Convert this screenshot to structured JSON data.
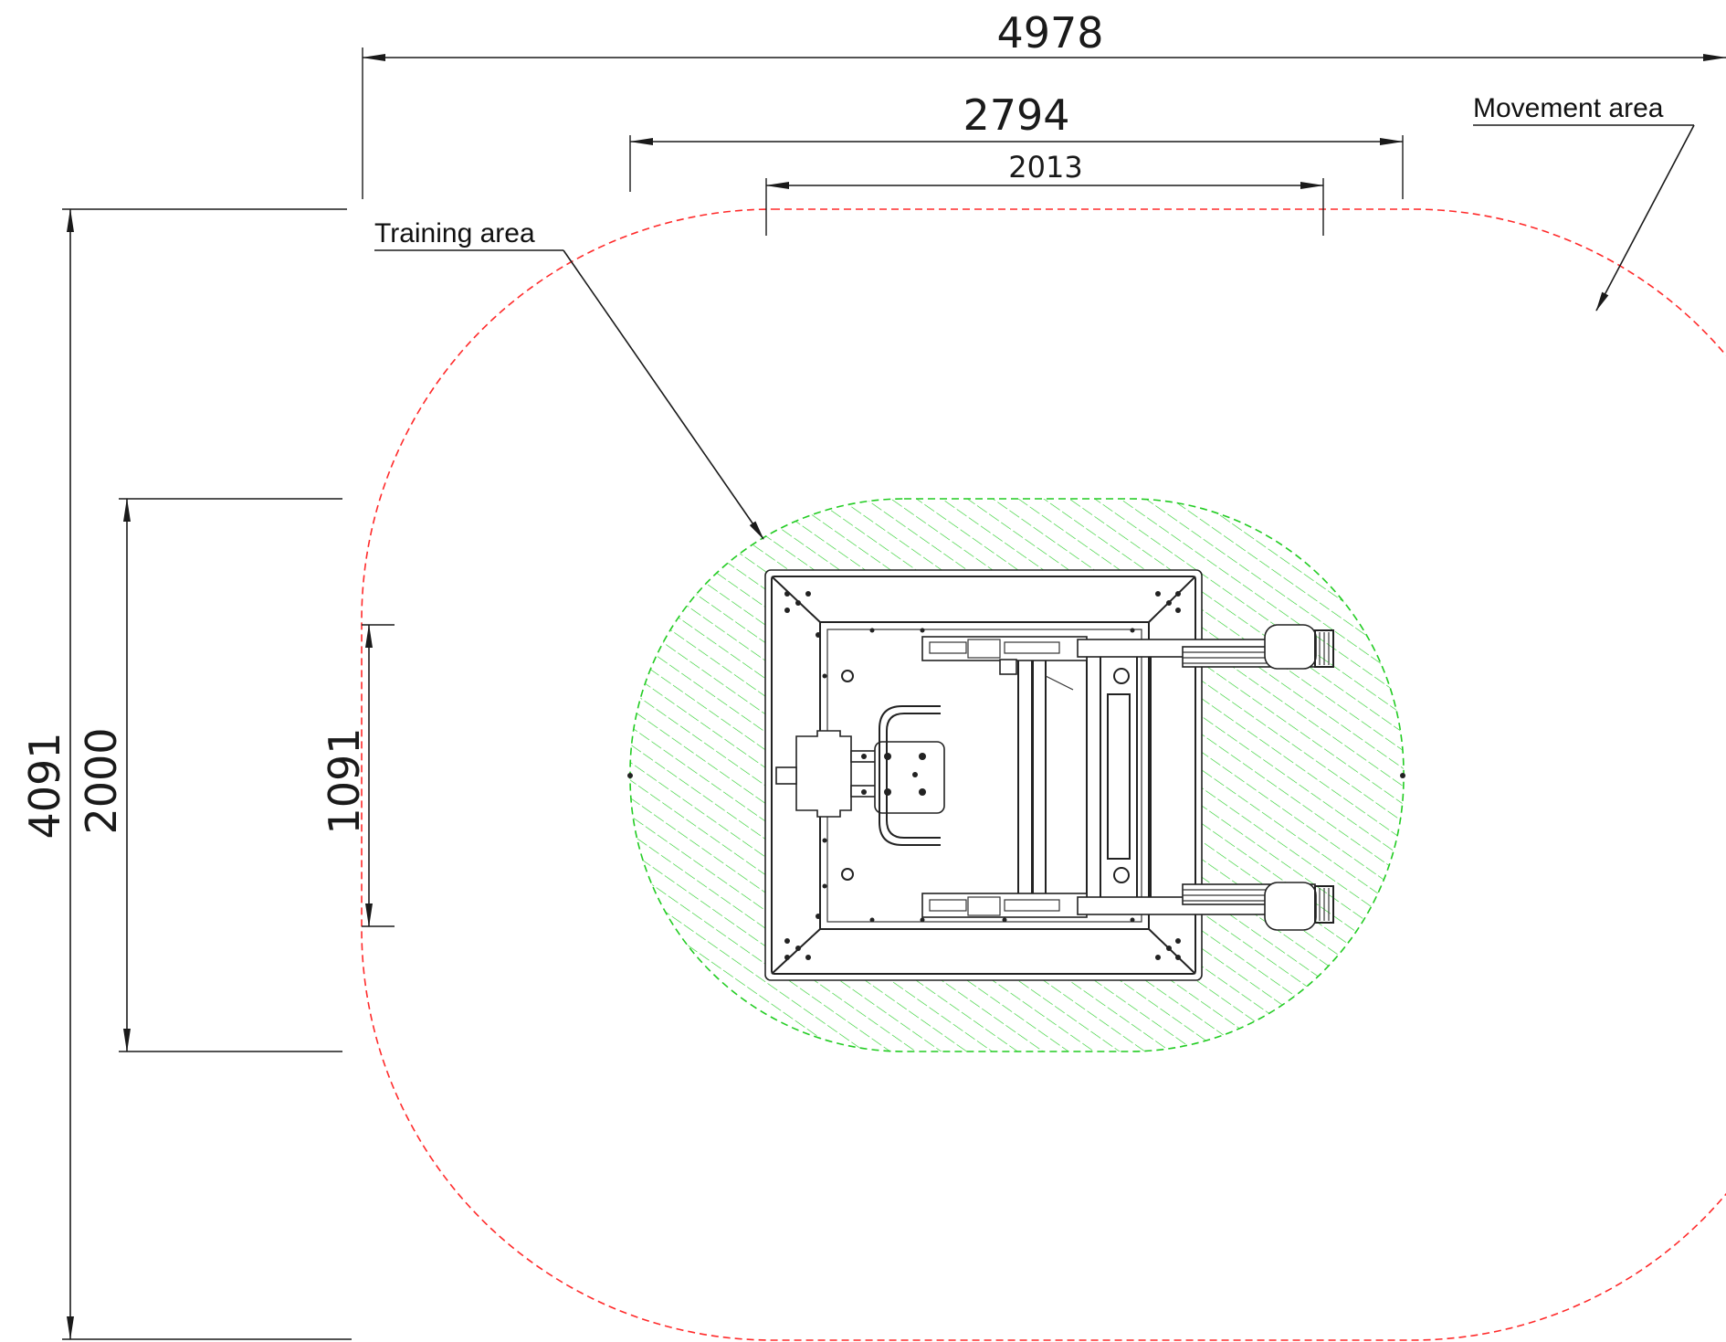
{
  "dimensions": {
    "overall_width": "4978",
    "base_width": "2794",
    "inner_width": "2013",
    "overall_height": "4091",
    "base_height": "2000",
    "inner_height": "1091"
  },
  "labels": {
    "movement_area": "Movement area",
    "training_area": "Training area"
  },
  "colors": {
    "movement_area": "#ff2a2a",
    "training_area": "#22cc22",
    "line": "#1a1a1a"
  }
}
